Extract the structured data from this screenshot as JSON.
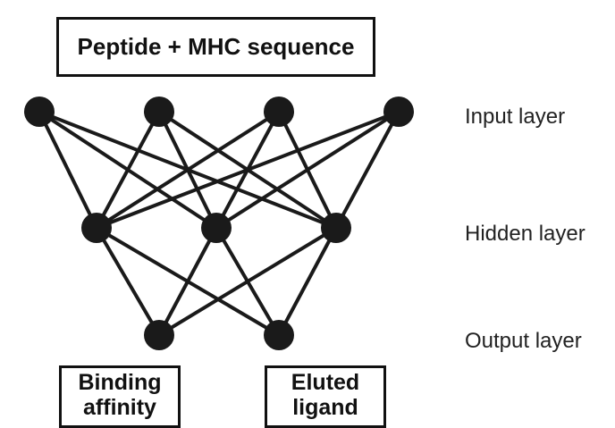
{
  "diagram": {
    "input_box_label": "Peptide + MHC sequence",
    "layers": {
      "input": "Input layer",
      "hidden": "Hidden layer",
      "output": "Output layer"
    },
    "outputs": [
      {
        "line1": "Binding",
        "line2": "affinity"
      },
      {
        "line1": "Eluted",
        "line2": "ligand"
      }
    ],
    "network": {
      "input_nodes": 4,
      "hidden_nodes": 3,
      "output_nodes": 2,
      "connectivity": "fully connected"
    },
    "colors": {
      "node": "#1a1a1a",
      "edge": "#1a1a1a",
      "box_border": "#111111",
      "text": "#111111"
    }
  }
}
